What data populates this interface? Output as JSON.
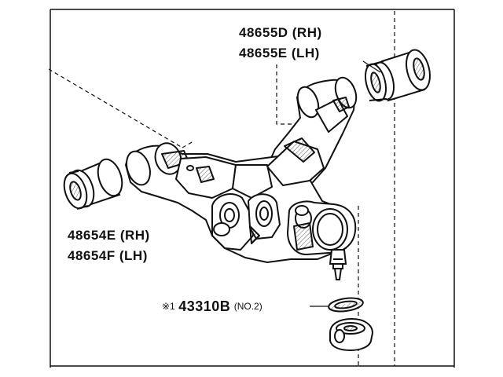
{
  "labels": {
    "bushing_rear_rh": "48655D (RH)",
    "bushing_rear_lh": "48655E (LH)",
    "bushing_front_rh": "48654E (RH)",
    "bushing_front_lh": "48654F (LH)",
    "ball_joint_prefix": "※1",
    "ball_joint_part": "43310B",
    "ball_joint_note": "(NO.2)"
  }
}
